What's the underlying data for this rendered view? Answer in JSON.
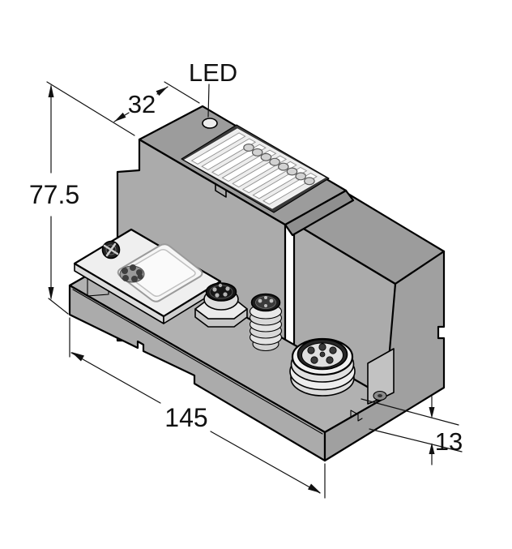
{
  "drawing": {
    "callout": {
      "led": "LED"
    },
    "dimensions": {
      "depth_top": "32",
      "height": "77.5",
      "length": "145",
      "foot_height": "13"
    },
    "colors": {
      "outline": "#000000",
      "face_front": "#ababab",
      "face_top": "#9c9c9c",
      "face_side": "#a0a0a0",
      "base_top": "#b1b1b1",
      "bevel": "#8f8f8f",
      "panel": "#ededed",
      "stripe": "#ffffff",
      "connector_dark": "#1c1c1c",
      "cover_plate": "#efefef",
      "background": "#ffffff"
    }
  }
}
